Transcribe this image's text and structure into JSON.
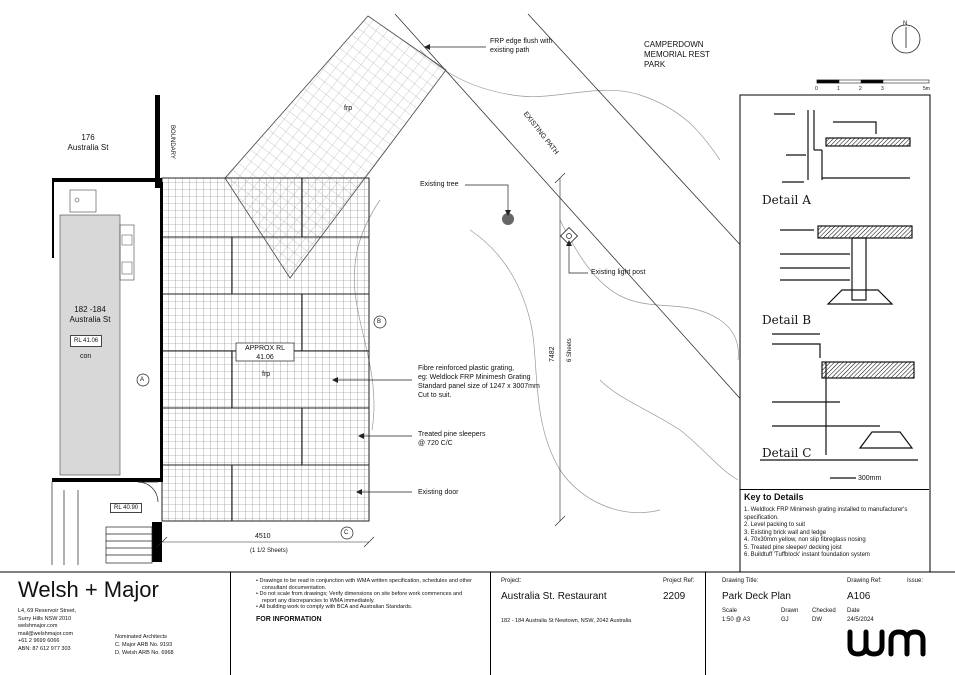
{
  "drawing": {
    "park_name": [
      "CAMPERDOWN",
      "MEMORIAL REST",
      "PARK"
    ],
    "existing_path": "EXISTING PATH",
    "neighbour_176": [
      "176",
      "Australia St"
    ],
    "site_182": [
      "182 -184",
      "Australia St"
    ],
    "boundary": "BOUNDARY",
    "rl_site": "RL 41.06",
    "con": "con",
    "rl_lower": "RL 40.90",
    "frp_upper": "frp",
    "frp_deck": "frp",
    "approx_rl": [
      "APPROX RL",
      "41.06"
    ],
    "dim_height": "7482",
    "dim_height_sub": "6 Sheets",
    "dim_width": "4510",
    "dim_width_sub": "(1 1/2 Sheets)",
    "markers": {
      "a": "A",
      "b": "B",
      "c": "C"
    },
    "north": "N",
    "scale_ticks": [
      "0",
      "1",
      "2",
      "3",
      "5m"
    ]
  },
  "annotations": {
    "frp_edge": [
      "FRP edge flush with",
      "existing path"
    ],
    "existing_tree": "Existing tree",
    "light_post": "Existing light post",
    "fibre": [
      "Fibre reinforced plastic grating,",
      "eg: Weldlock FRP Minimesh Grating",
      "Standard panel size of 1247 x 3007mm",
      "Cut to suit."
    ],
    "sleepers": [
      "Treated pine sleepers",
      "@ 720 C/C"
    ],
    "door": "Existing door"
  },
  "details": {
    "a": "Detail A",
    "b": "Detail B",
    "c": "Detail C",
    "c_dim": "300mm"
  },
  "key": {
    "title": "Key to Details",
    "items": [
      "1. Weldlock FRP Minimesh grating installed to manufacturer's specification.",
      "2. Level packing to suit",
      "3. Existing brick wall and ledge",
      "4. 70x30mm yellow, non slip fibreglass nosing",
      "5. Treated pine sleeper/ decking joist",
      "6. Buildtuff 'Tuffblock' instant foundation system"
    ]
  },
  "title_block": {
    "company": "Welsh + Major",
    "address": [
      "L4, 69 Reservoir Street,",
      "Surry Hills NSW 2010",
      "welshmajor.com",
      "mail@welshmajor.com",
      "+61 2 9699 6066",
      "ABN:  87 612 977 303"
    ],
    "architects_title": "Nominated Architects",
    "architects": [
      "C. Major  ARB No. 9193",
      "D. Welsh ARB No. 6968"
    ],
    "notes": [
      "Drawings to be read in conjunction with WMA written specification, schedules and other consultant documentation.",
      "Do not scale from drawings; Verify dimensions on site before work commences and report any discrepancies to WMA immediately.",
      "All building work to comply with BCA and Australian Standards."
    ],
    "status": "FOR INFORMATION",
    "project_label": "Project:",
    "project": "Australia St. Restaurant",
    "project_address": "182 - 184 Australia St Newtown, NSW, 2042 Australia",
    "ref_label": "Project Ref:",
    "ref": "2209",
    "drawing_title_label": "Drawing Title:",
    "drawing_title": "Park Deck Plan",
    "drawing_ref_label": "Drawing Ref:",
    "drawing_ref": "A106",
    "issue_label": "Issue:",
    "scale_label": "Scale",
    "scale": "1:50 @ A3",
    "drawn_label": "Drawn",
    "drawn": "GJ",
    "checked_label": "Checked",
    "checked": "DW",
    "date_label": "Date",
    "date": "24/5/2024",
    "logo": "WM"
  }
}
